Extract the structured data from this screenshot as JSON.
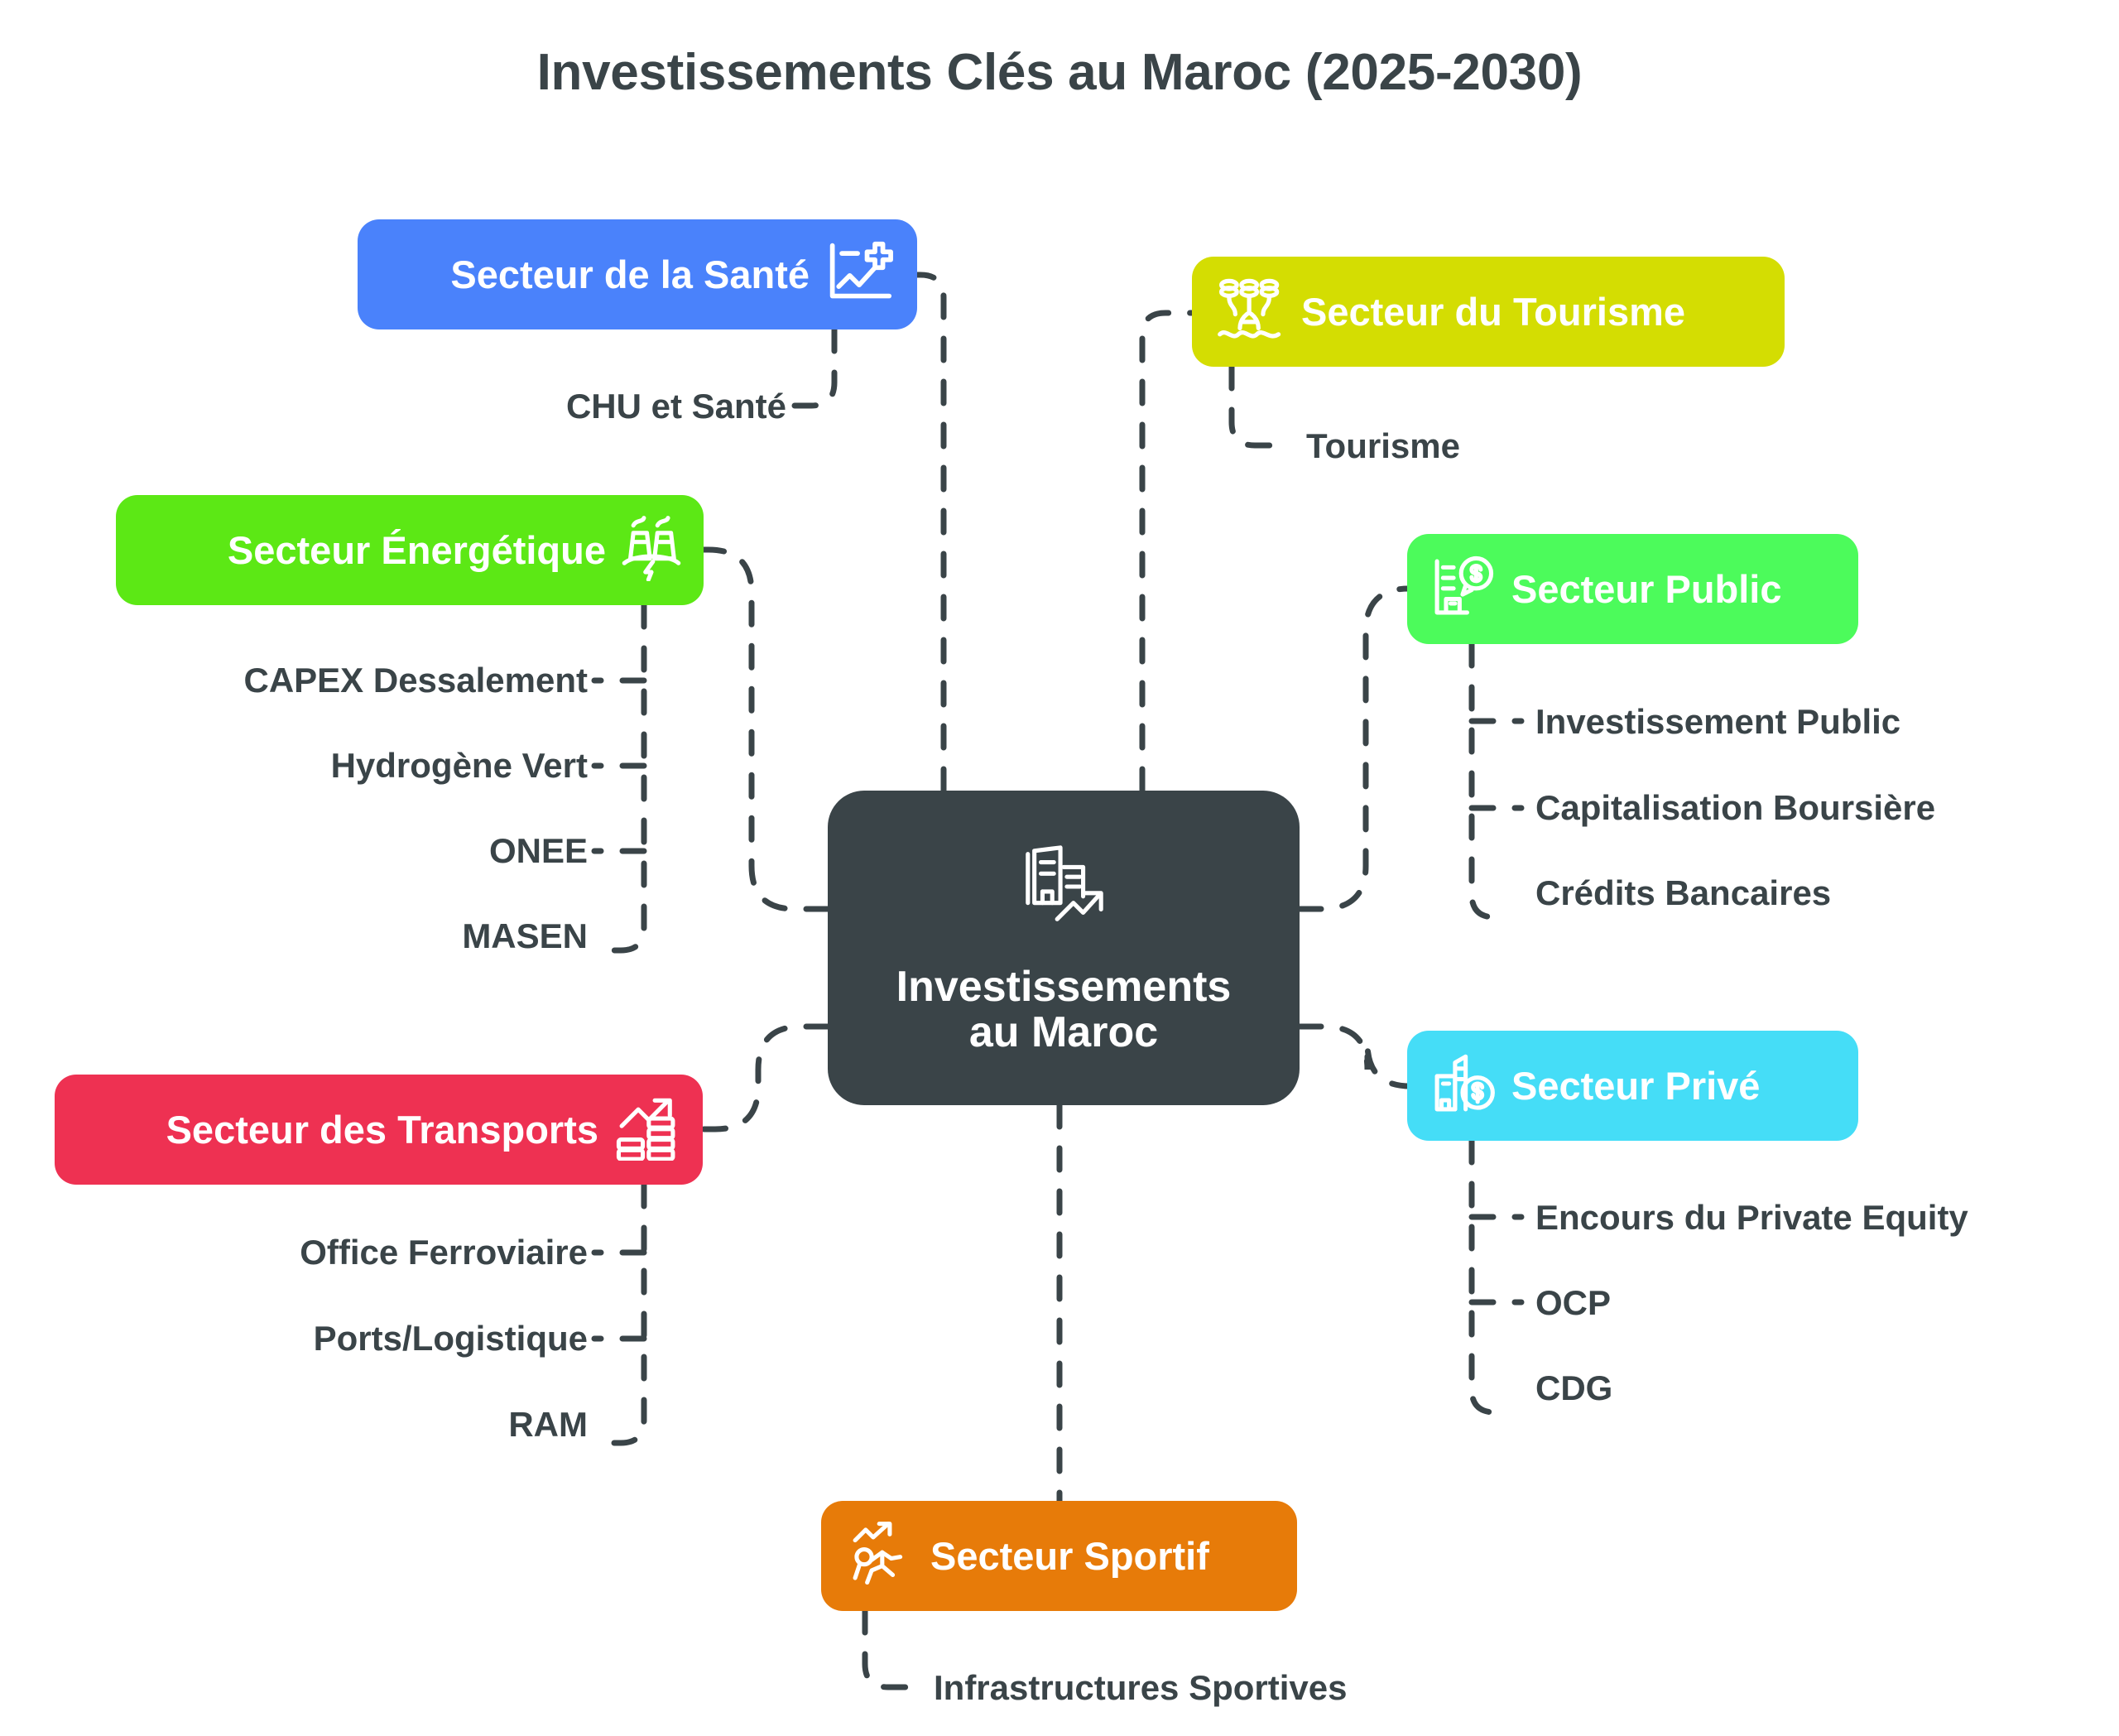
{
  "title": "Investissements Clés au Maroc (2025-2030)",
  "colors": {
    "background": "#ffffff",
    "text_dark": "#3a4448",
    "central": "#3a4448",
    "sante": "#4a82fb",
    "tourisme": "#d4dd02",
    "energie": "#5ce815",
    "public": "#4cfb5b",
    "transports": "#ee3152",
    "prive": "#45ddf7",
    "sportif": "#e77b09",
    "connector": "#3a4448"
  },
  "central": {
    "label": "Investissements au Maroc",
    "line1": "Investissements",
    "line2": "au Maroc",
    "icon": "building-growth-chart-icon"
  },
  "branches": [
    {
      "id": "sante",
      "label": "Secteur de la Santé",
      "icon": "medical-chart-plus-icon",
      "color": "#4a82fb",
      "children": [
        {
          "label": "CHU et Santé"
        }
      ]
    },
    {
      "id": "tourisme",
      "label": "Secteur du Tourisme",
      "icon": "hammam-spa-icon",
      "color": "#d4dd02",
      "children": [
        {
          "label": "Tourisme"
        }
      ]
    },
    {
      "id": "energie",
      "label": "Secteur Énergétique",
      "icon": "power-plant-bolt-icon",
      "color": "#5ce815",
      "children": [
        {
          "label": "CAPEX Dessalement"
        },
        {
          "label": "Hydrogène Vert"
        },
        {
          "label": "ONEE"
        },
        {
          "label": "MASEN"
        }
      ]
    },
    {
      "id": "public",
      "label": "Secteur Public",
      "icon": "building-dollar-icon",
      "color": "#4cfb5b",
      "children": [
        {
          "label": "Investissement Public"
        },
        {
          "label": "Capitalisation Boursière"
        },
        {
          "label": "Crédits Bancaires"
        }
      ]
    },
    {
      "id": "transports",
      "label": "Secteur des Transports",
      "icon": "growth-arrow-coins-icon",
      "color": "#ee3152",
      "children": [
        {
          "label": "Office Ferroviaire"
        },
        {
          "label": "Ports/Logistique"
        },
        {
          "label": "RAM"
        }
      ]
    },
    {
      "id": "prive",
      "label": "Secteur Privé",
      "icon": "building-dollar-coin-icon",
      "color": "#45ddf7",
      "children": [
        {
          "label": "Encours du Private Equity"
        },
        {
          "label": "OCP"
        },
        {
          "label": "CDG"
        }
      ]
    },
    {
      "id": "sportif",
      "label": "Secteur Sportif",
      "icon": "runner-growth-arrow-icon",
      "color": "#e77b09",
      "children": [
        {
          "label": "Infrastructures Sportives"
        }
      ]
    }
  ]
}
